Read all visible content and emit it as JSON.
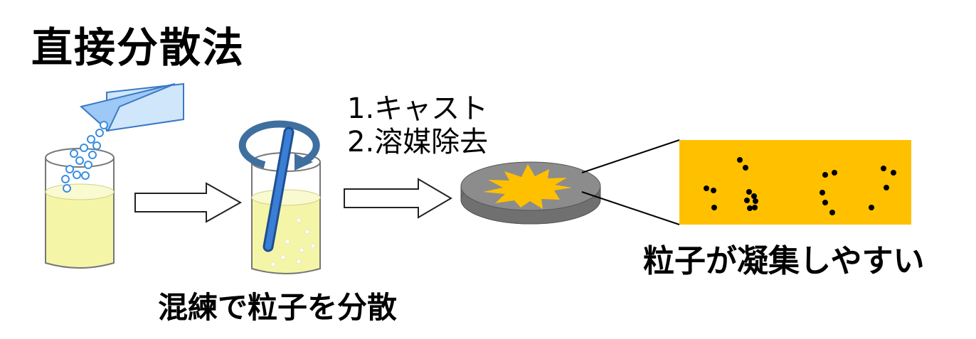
{
  "title": "直接分散法",
  "steps": [
    "1.キャスト",
    "2.溶媒除去"
  ],
  "captions": {
    "mixing": "混練で粒子を分散",
    "aggregation": "粒子が凝集しやすい"
  },
  "colors": {
    "liquid": "#f5f5a8",
    "sachet": "#9ec8f5",
    "rod": "#2e6cbf",
    "ring": "#3f6f9f",
    "film_base": "#8c8c8c",
    "film_star": "#ffc000",
    "zoom_panel": "#ffc000",
    "particle_dark": "#000000",
    "particle_light": "#ffffff"
  }
}
